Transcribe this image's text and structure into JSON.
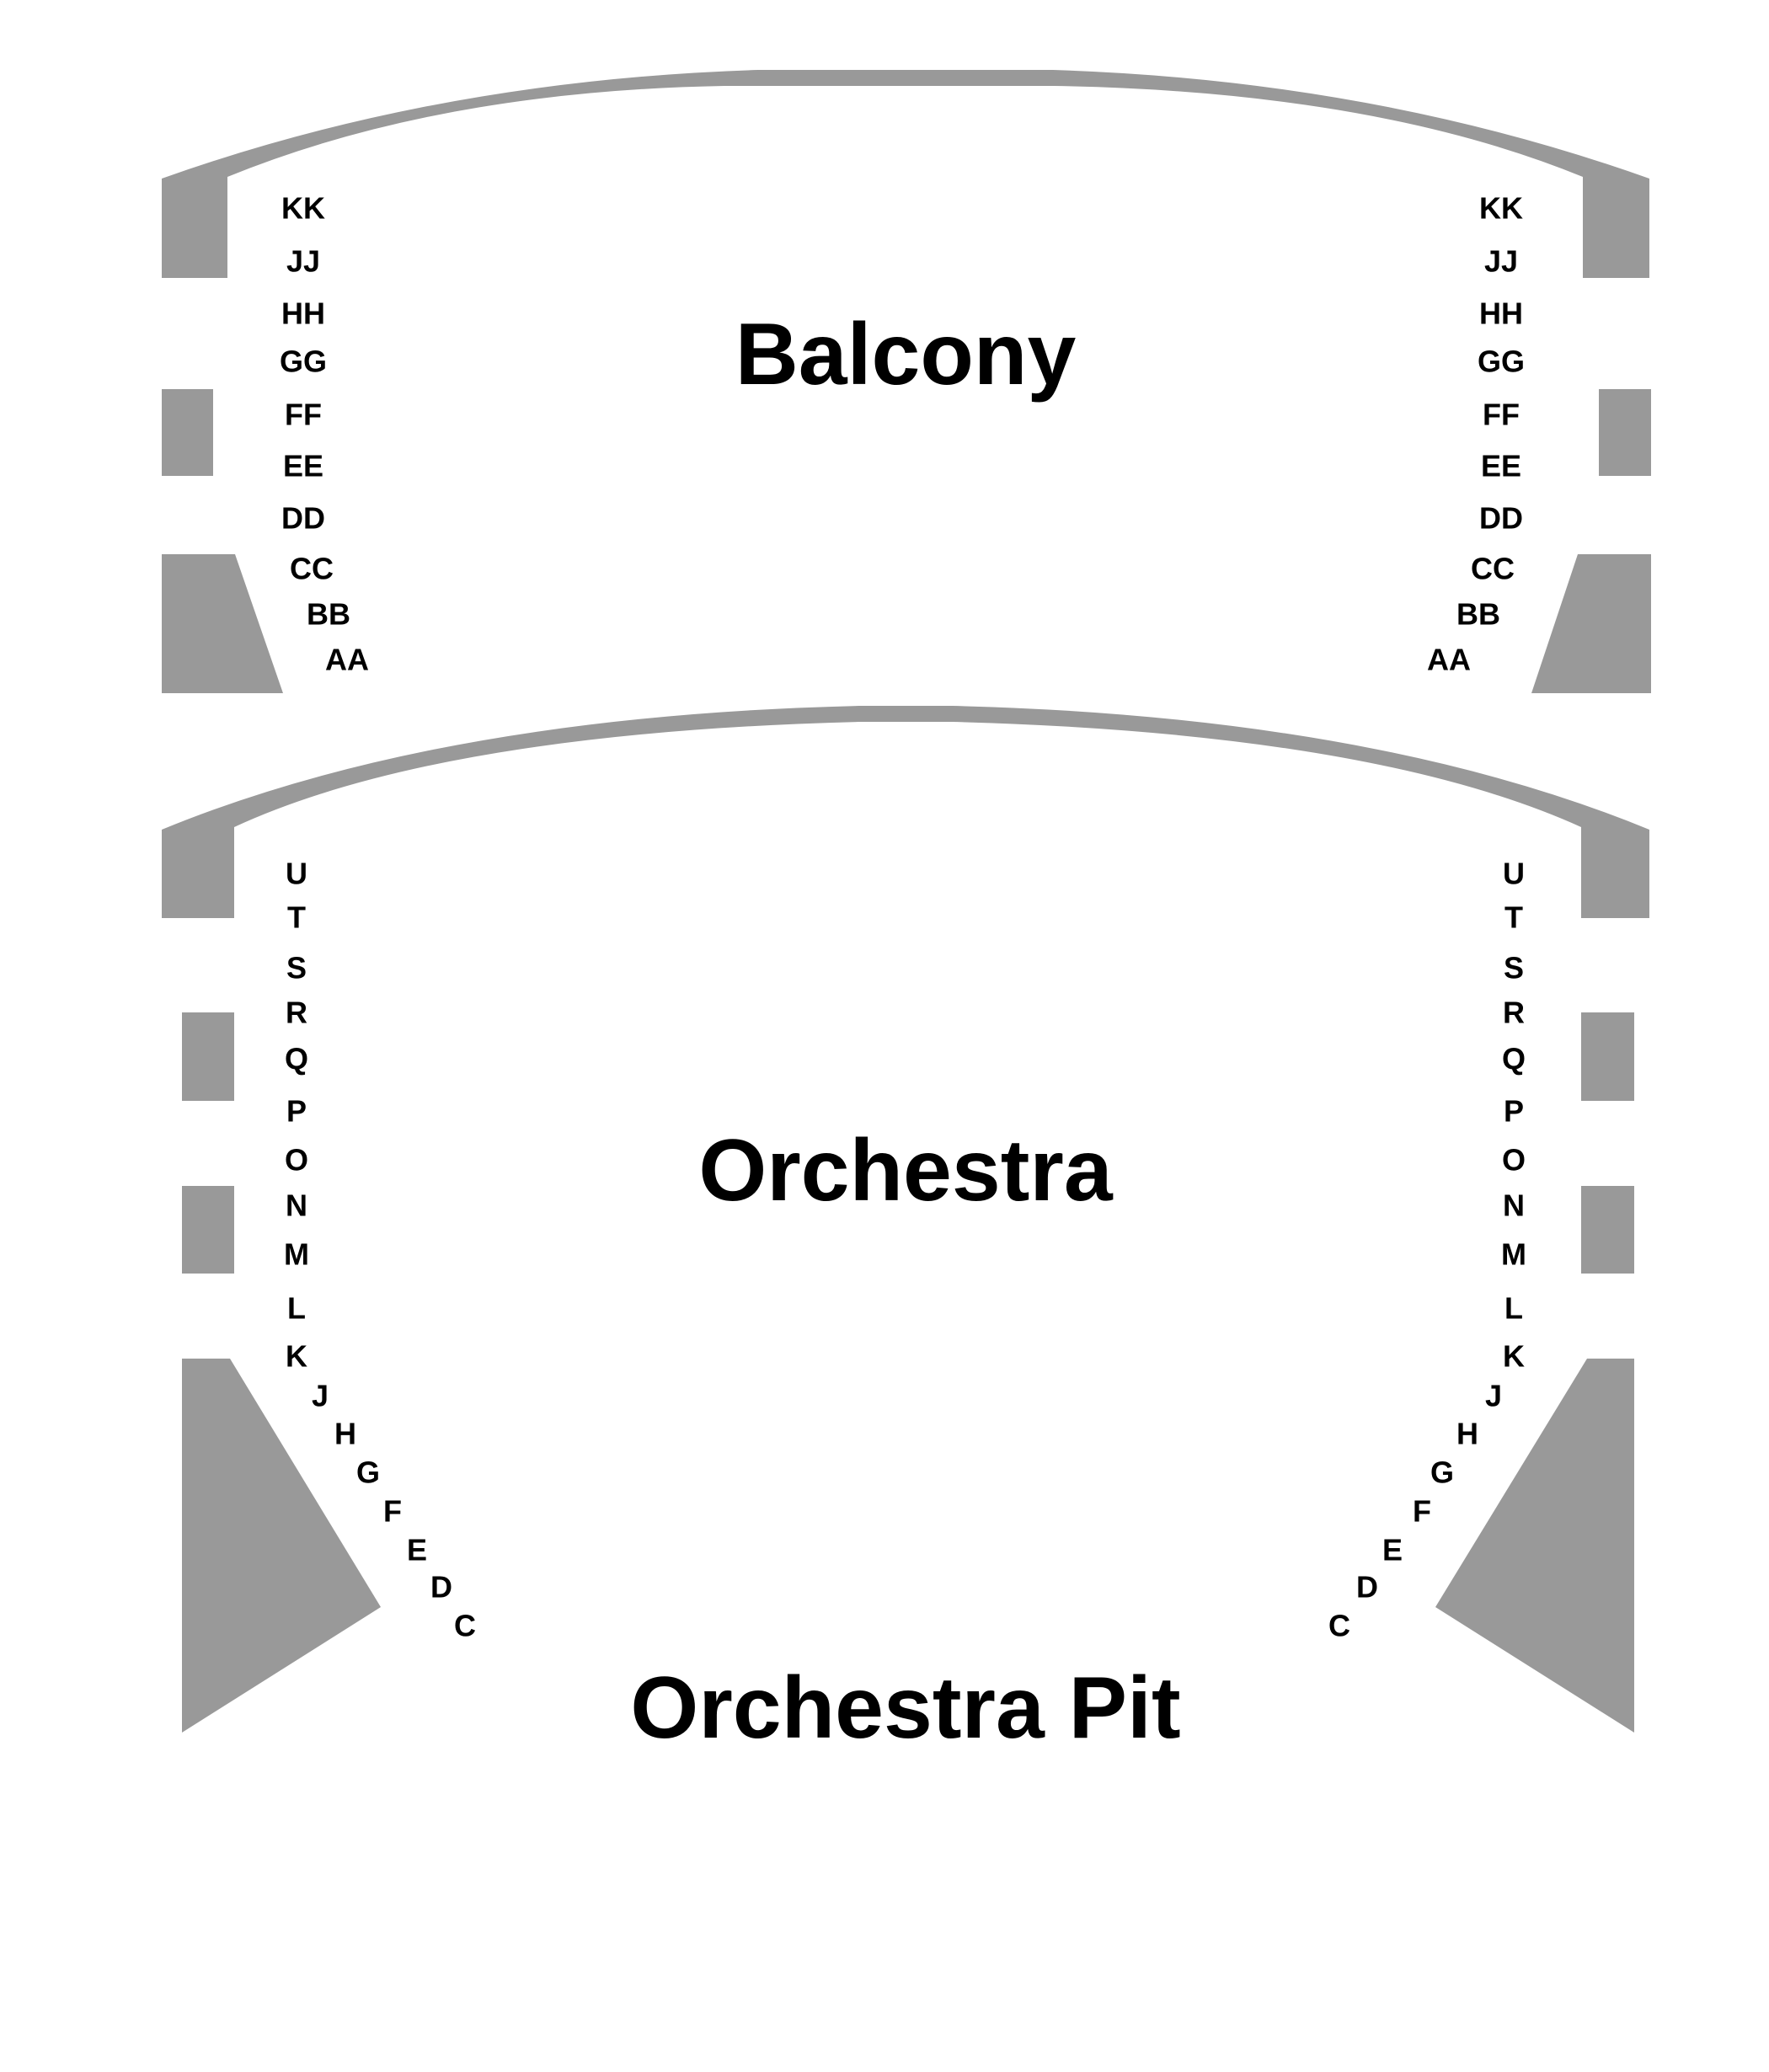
{
  "sections": {
    "balcony": {
      "title": "Balcony",
      "rows": [
        "KK",
        "JJ",
        "HH",
        "GG",
        "FF",
        "EE",
        "DD",
        "CC",
        "BB",
        "AA"
      ]
    },
    "orchestra": {
      "title": "Orchestra",
      "rows": [
        "U",
        "T",
        "S",
        "R",
        "Q",
        "P",
        "O",
        "N",
        "M",
        "L",
        "K",
        "J",
        "H",
        "G",
        "F",
        "E",
        "D",
        "C"
      ]
    },
    "pit": {
      "title": "Orchestra Pit"
    }
  },
  "colors": {
    "wall": "#999999",
    "text": "#000000",
    "background": "#ffffff"
  }
}
